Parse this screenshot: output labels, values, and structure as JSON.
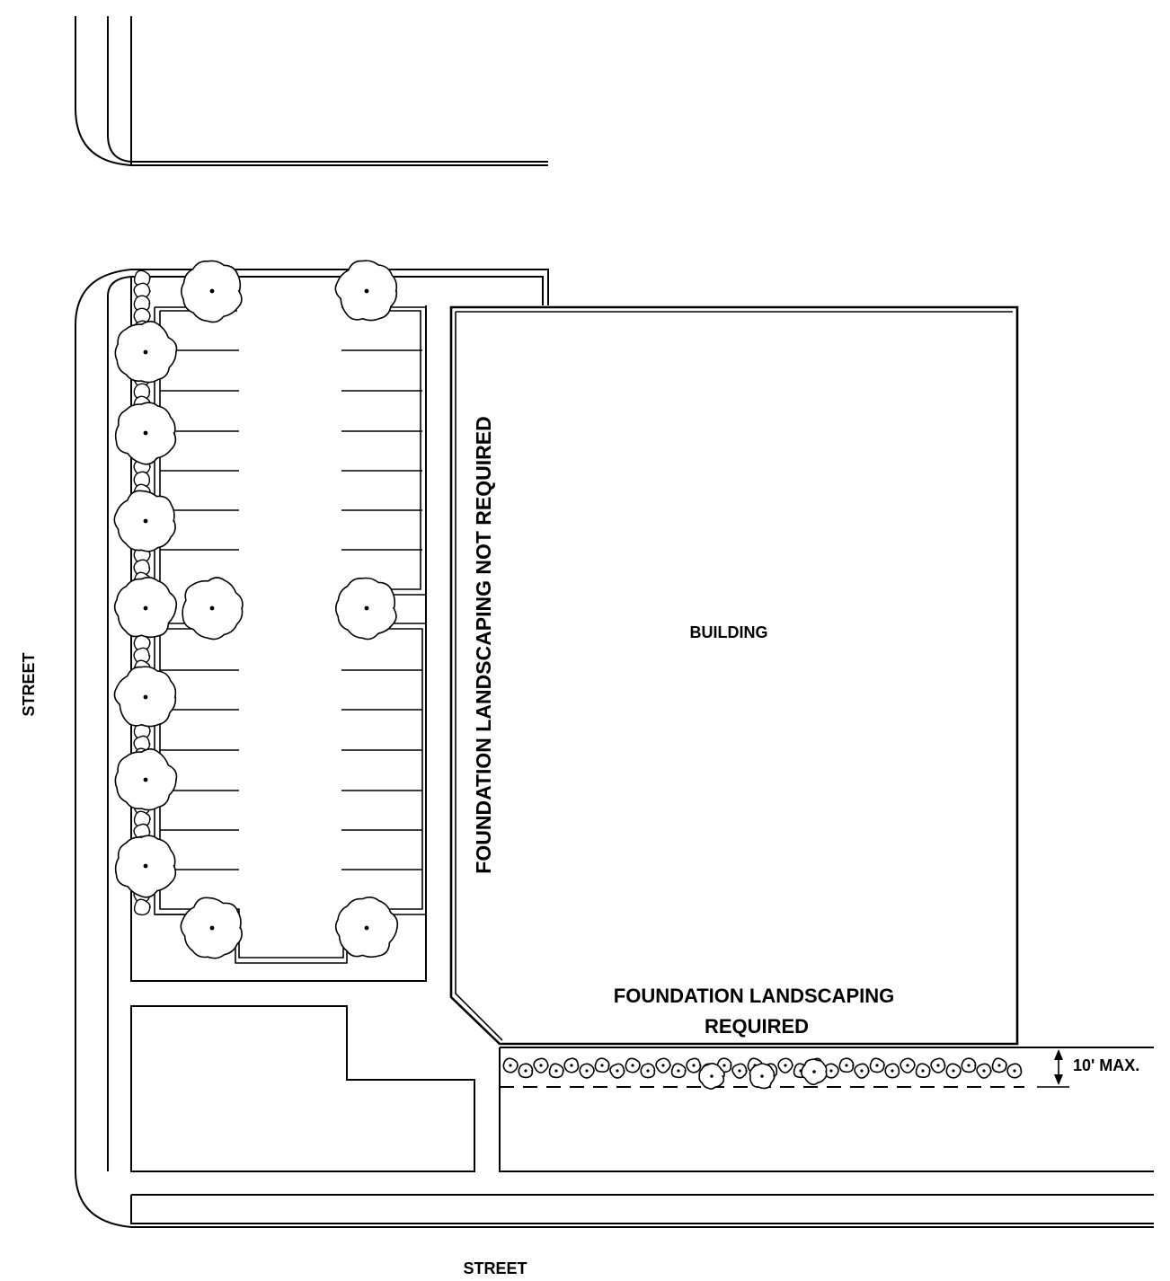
{
  "labels": {
    "street_west": "STREET",
    "street_south": "STREET",
    "building": "BUILDING",
    "foundation_not_required": "FOUNDATION LANDSCAPING NOT REQUIRED",
    "foundation_required_line1": "FOUNDATION LANDSCAPING",
    "foundation_required_line2": "REQUIRED",
    "dimension": "10' MAX."
  }
}
